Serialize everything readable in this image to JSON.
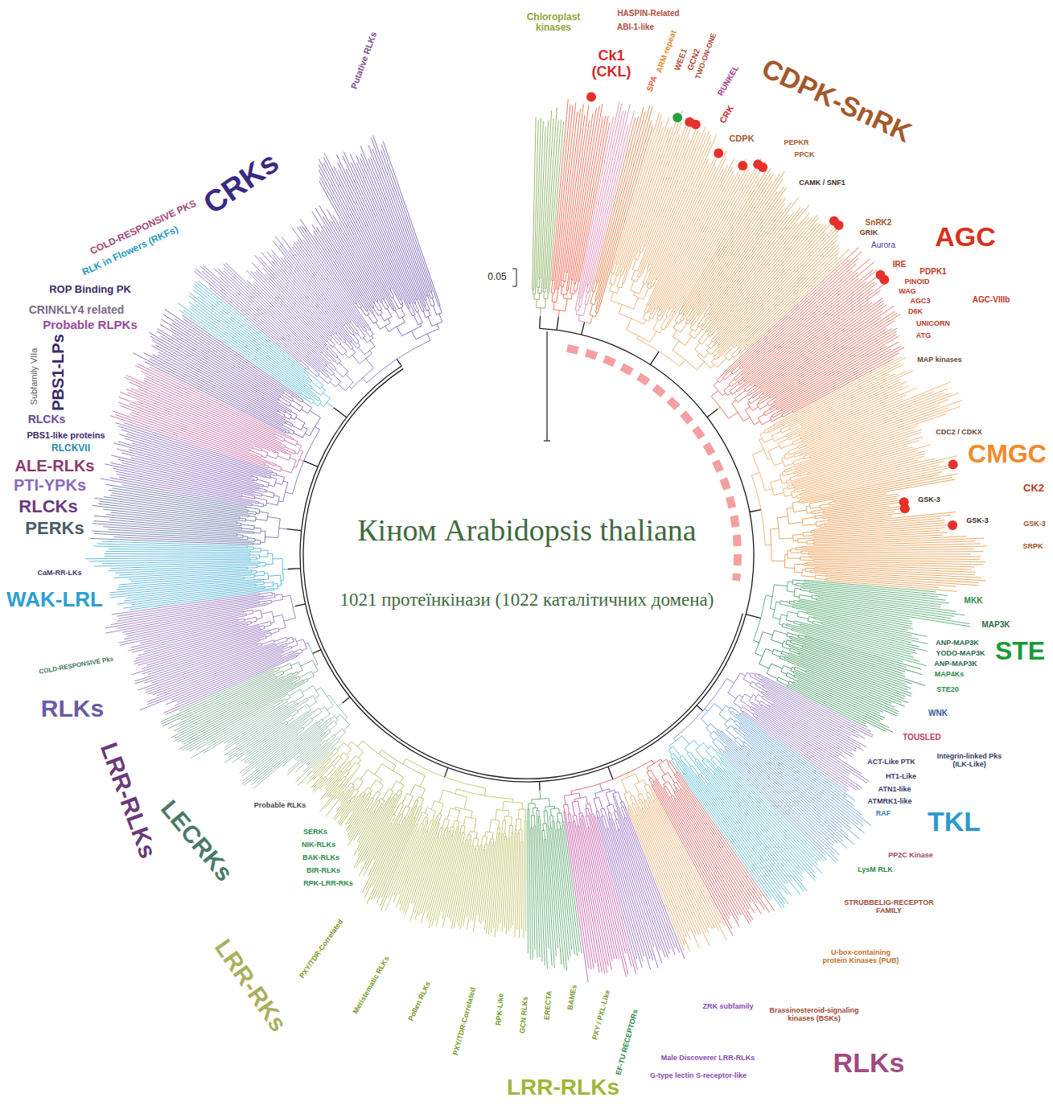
{
  "diagram": {
    "title": "Кіном Arabidopsis thaliana",
    "labels": [
      "0.05",
      "1021 протеїнкінази (1022 каталітичних домена)",
      "Chloroplast kinases",
      "HASPIN-Related",
      "ABI-1-like",
      "Ck1 (CKL)",
      "ARM repeat",
      "SPA",
      "WEE1",
      "GCN2",
      "TWO-ON-ONE",
      "RUNKEL",
      "CRK",
      "CDPK-SnRK",
      "CDPK",
      "PEPKR",
      "PPCK",
      "CAMK / SNF1",
      "SnRK2",
      "GRIK",
      "Aurora",
      "AGC",
      "IRE",
      "PDPK1",
      "PINOID",
      "WAG",
      "AGC3",
      "AGC-VIIIb",
      "D6K",
      "UNICORN",
      "ATG",
      "MAP kinases",
      "CMGC",
      "CDC2 / CDKX",
      "CK2",
      "GSK-3",
      "GSK-3",
      "GSK-3",
      "SRPK",
      "MKK",
      "MAP3K",
      "STE",
      "ANP-MAP3K",
      "YODO-MAP3K",
      "ANP-MAP3K",
      "MAP4Ks",
      "STE20",
      "WNK",
      "TOUSLED",
      "Integrin-linked Pks (ILK-Like)",
      "ACT-Like PTK",
      "HT1-Like",
      "ATN1-like",
      "ATMRK1-like",
      "RAF",
      "TKL",
      "PP2C Kinase",
      "LysM RLK",
      "STRUBBELIG-RECEPTOR FAMILY",
      "U-box-containing protein Kinases (PUB)",
      "Brassinosteroid-signaling kinases (BSKs)",
      "ZRK subfamily",
      "Male Discoverer LRR-RLKs",
      "G-type lectin S-receptor-like",
      "RLKs",
      "EF-TU RECEPTORs",
      "PXY / PXL-Like",
      "BAMEs",
      "ERECTA",
      "GCN RLKs",
      "RPK-Like",
      "PXY/TDR-Correlated",
      "Pollen RLKs",
      "Meristematic RLKs",
      "PXY/TDR-Correlated",
      "LRR-RKs",
      "LRR-RLKs",
      "SERKs",
      "NIK-RLKs",
      "BAK-RLKs",
      "BIR-RLKs",
      "RPK-LRR-RKs",
      "Probable RLKs",
      "LECRKs",
      "LRR-RLKs",
      "RLKs",
      "COLD-RESPONSIVE Pks",
      "WAK-LRL",
      "CaM-RR-LKs",
      "PERKs",
      "RLCKs",
      "PTI-YPKs",
      "ALE-RLKs",
      "RLCKVII",
      "PBS1-like proteins",
      "RLCKs",
      "PBS1-LPs",
      "Subfamily VIIa",
      "Probable RLPKs",
      "CRINKLY4 related",
      "ROP Binding PK",
      "RLK in Flowers (RKFs)",
      "COLD-RESPONSIVE PKS",
      "CRKs",
      "Putative RLKs"
    ]
  }
}
